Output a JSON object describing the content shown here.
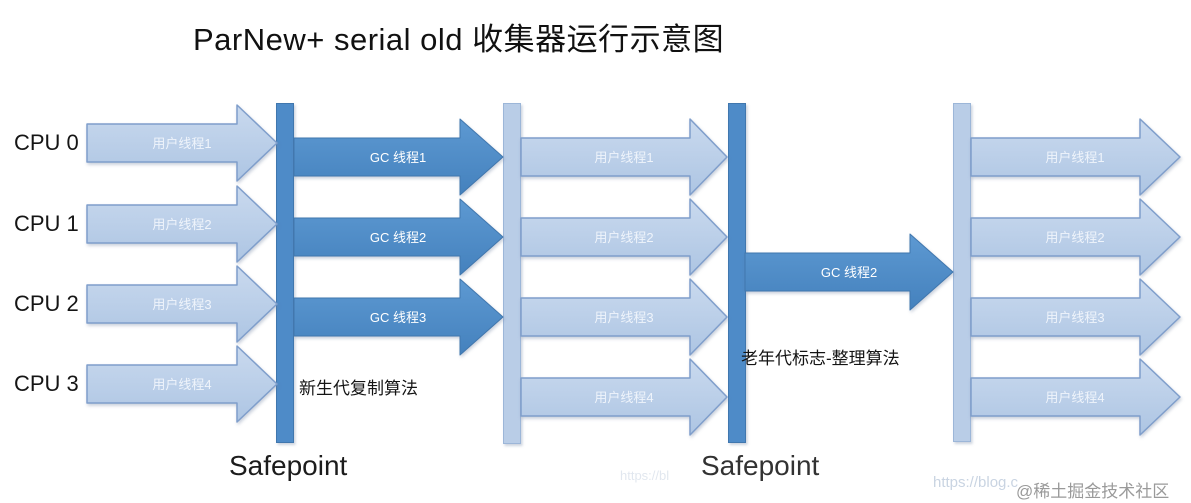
{
  "title": "ParNew+ serial old 收集器运行示意图",
  "cpu_labels": [
    "CPU 0",
    "CPU 1",
    "CPU 2",
    "CPU 3"
  ],
  "columns": {
    "left_user_threads": [
      "用户线程1",
      "用户线程2",
      "用户线程3",
      "用户线程4"
    ],
    "young_gc_threads": [
      "GC 线程1",
      "GC 线程2",
      "GC 线程3"
    ],
    "middle_user_threads": [
      "用户线程1",
      "用户线程2",
      "用户线程3",
      "用户线程4"
    ],
    "old_gc_thread": "GC 线程2",
    "right_user_threads": [
      "用户线程1",
      "用户线程2",
      "用户线程3",
      "用户线程4"
    ]
  },
  "annotations": {
    "young_gen_algorithm": "新生代复制算法",
    "old_gen_algorithm": "老年代标志-整理算法",
    "safepoint_left": "Safepoint",
    "safepoint_right": "Safepoint"
  },
  "watermark": {
    "url_fragment_small": "https://bl",
    "url_fragment": "https://blog.c",
    "community": "@稀土掘金技术社区"
  },
  "colors": {
    "dark_blue": "#4e8bc8",
    "light_blue": "#b9cde7",
    "text": "#141414"
  }
}
